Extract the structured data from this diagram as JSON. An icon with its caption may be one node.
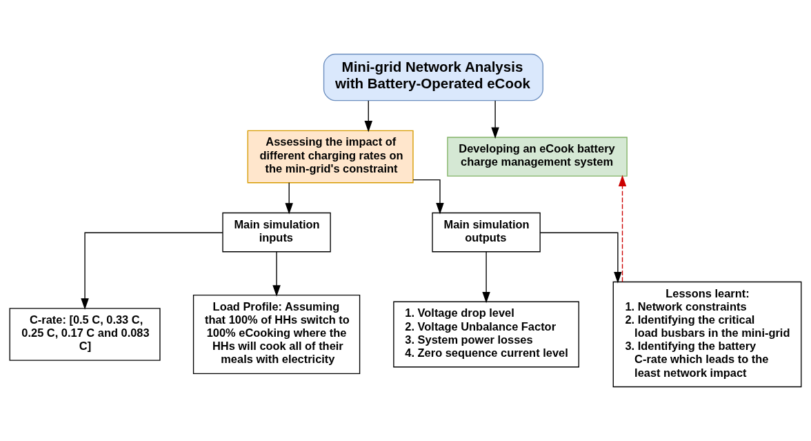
{
  "diagram": {
    "nodes": [
      {
        "text": [
          "Mini-grid Network Analysis with Battery-Operated eCook"
        ]
      },
      {
        "text": [
          "Assessing the impact of different charging rates on the min-grid's constraint"
        ]
      },
      {
        "text": [
          "Developing an eCook battery charge management system"
        ]
      },
      {
        "text": [
          "Main simulation inputs"
        ]
      },
      {
        "text": [
          "Main simulation outputs"
        ]
      },
      {
        "text": [
          "C-rate: [0.5 C, 0.33 C, 0.25 C, 0.17 C and 0.083 C]"
        ]
      },
      {
        "text": [
          "Load Profile: Assuming that 100% of HHs switch to 100% eCooking where the HHs will cook all of their meals with electricity"
        ]
      },
      {
        "text": [
          "1. Voltage drop level",
          "2. Voltage Unbalance Factor",
          "3. System power losses",
          "4. Zero sequence current level"
        ]
      },
      {
        "text": [
          "Lessons learnt:",
          "1. Network constraints",
          "2. Identifying the critical load busbars in the mini-grid",
          "3. Identifying the battery C-rate which leads to the least network impact"
        ]
      }
    ],
    "edges": [
      {
        "from": 0,
        "to": 1,
        "arrow": "to"
      },
      {
        "from": 0,
        "to": 2,
        "arrow": "to"
      },
      {
        "from": 1,
        "to": 3,
        "arrow": "to"
      },
      {
        "from": 1,
        "to": 4,
        "arrow": "to"
      },
      {
        "from": 3,
        "to": 5,
        "arrow": "to"
      },
      {
        "from": 3,
        "to": 6,
        "arrow": "to"
      },
      {
        "from": 4,
        "to": 7,
        "arrow": "to"
      },
      {
        "from": 4,
        "to": 8,
        "arrow": "to"
      },
      {
        "from": 8,
        "to": 2,
        "arrow": "to",
        "style": "dashed",
        "color": "#cc0000"
      }
    ]
  }
}
